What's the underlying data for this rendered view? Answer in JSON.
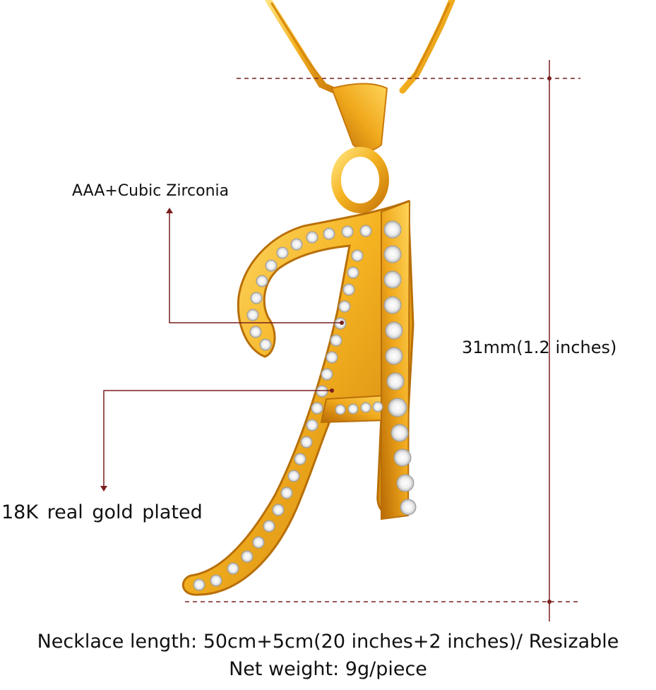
{
  "colors": {
    "gold_light": "#FFE27A",
    "gold_mid": "#F5B321",
    "gold_dark": "#C9790A",
    "line_accent": "#7A1F1F",
    "background": "#FFFFFF"
  },
  "labels": {
    "zirconia": "AAA+Cubic Zirconia",
    "gold_plated": "18K real gold plated",
    "height": "31mm(1.2 inches)",
    "necklace_length": "Necklace length: 50cm+5cm(20 inches+2 inches)/ Resizable",
    "net_weight": "Net weight: 9g/piece"
  }
}
